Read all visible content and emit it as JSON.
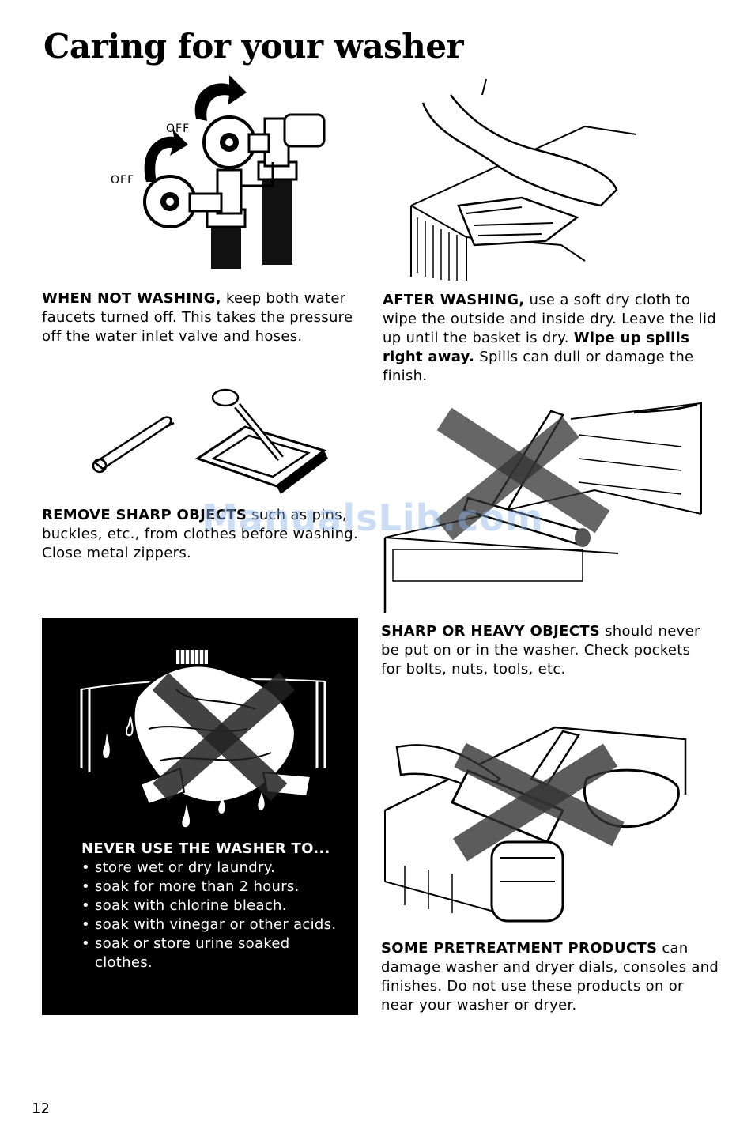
{
  "page_title": "Caring for your washer",
  "faucet_labels": {
    "off_upper": "OFF",
    "off_lower": "OFF"
  },
  "sections": {
    "not_washing": {
      "heading": "WHEN NOT WASHING,",
      "body": " keep both water faucets turned off. This takes the pressure off the water inlet valve and hoses."
    },
    "after_washing": {
      "heading": "AFTER WASHING,",
      "body": " use a soft dry cloth to wipe the outside and inside dry. Leave the lid up until the basket is dry. ",
      "emphasis": "Wipe up spills right away.",
      "body2": " Spills can dull or damage the finish."
    },
    "sharp_objects": {
      "heading": "REMOVE SHARP OBJECTS",
      "body": " such as pins, buckles, etc., from clothes before washing. Close metal zippers."
    },
    "heavy_objects": {
      "heading": "SHARP OR HEAVY OBJECTS",
      "body": " should never be put on or in the washer. Check pockets for bolts, nuts, tools, etc."
    },
    "pretreatment": {
      "heading": "SOME PRETREATMENT PRODUCTS",
      "body": " can damage washer and dryer dials, consoles and finishes. Do not use these products on or near your washer or dryer."
    }
  },
  "never_box": {
    "heading": "NEVER USE THE WASHER TO...",
    "items": [
      "store wet or dry laundry.",
      "soak for more than 2 hours.",
      "soak with chlorine bleach.",
      "soak with vinegar or other acids.",
      "soak or store urine soaked clothes."
    ]
  },
  "watermark": "ManualsLib.com",
  "page_number": "12"
}
